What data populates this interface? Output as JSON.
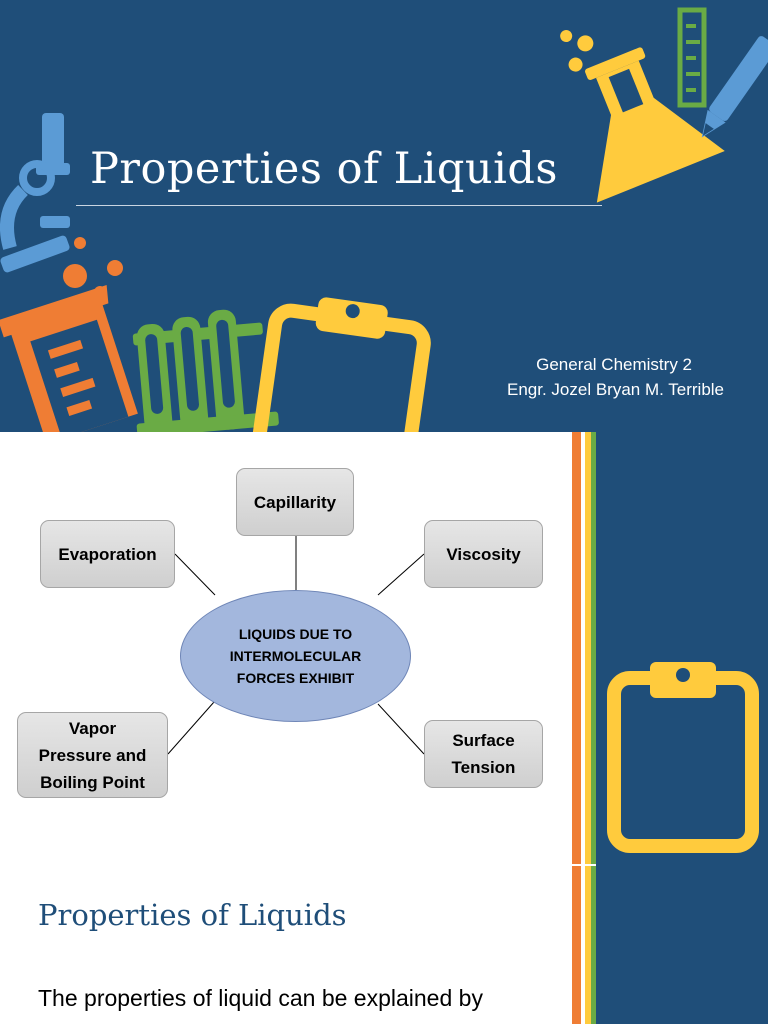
{
  "slide1": {
    "title": "Properties of Liquids",
    "subtitle_line1": "General Chemistry 2",
    "subtitle_line2": "Engr. Jozel Bryan M. Terrible",
    "colors": {
      "background": "#1f4e79",
      "orange": "#ef7d34",
      "green": "#6aab45",
      "yellow": "#ffcb3d",
      "blue": "#5b9bd5"
    },
    "icons": [
      "microscope-icon",
      "beaker-icon",
      "test-tubes-icon",
      "clipboard-icon",
      "flask-icon",
      "ruler-icon",
      "pencil-icon"
    ]
  },
  "slide2": {
    "center_node": {
      "line1": "LIQUIDS DUE TO",
      "line2": "INTERMOLECULAR",
      "line3": "FORCES EXHIBIT"
    },
    "nodes": {
      "capillarity": "Capillarity",
      "evaporation": "Evaporation",
      "viscosity": "Viscosity",
      "vapor_line1": "Vapor",
      "vapor_line2": "Pressure and",
      "vapor_line3": "Boiling Point",
      "surface_line1": "Surface",
      "surface_line2": "Tension"
    },
    "heading": "Properties of Liquids",
    "body_visible": "The properties of liquid can be explained by",
    "colors": {
      "heading": "#1f4e79",
      "ellipse": "#a3b7dd",
      "box": "#d9d9d9",
      "panel": "#1f4e79"
    }
  }
}
